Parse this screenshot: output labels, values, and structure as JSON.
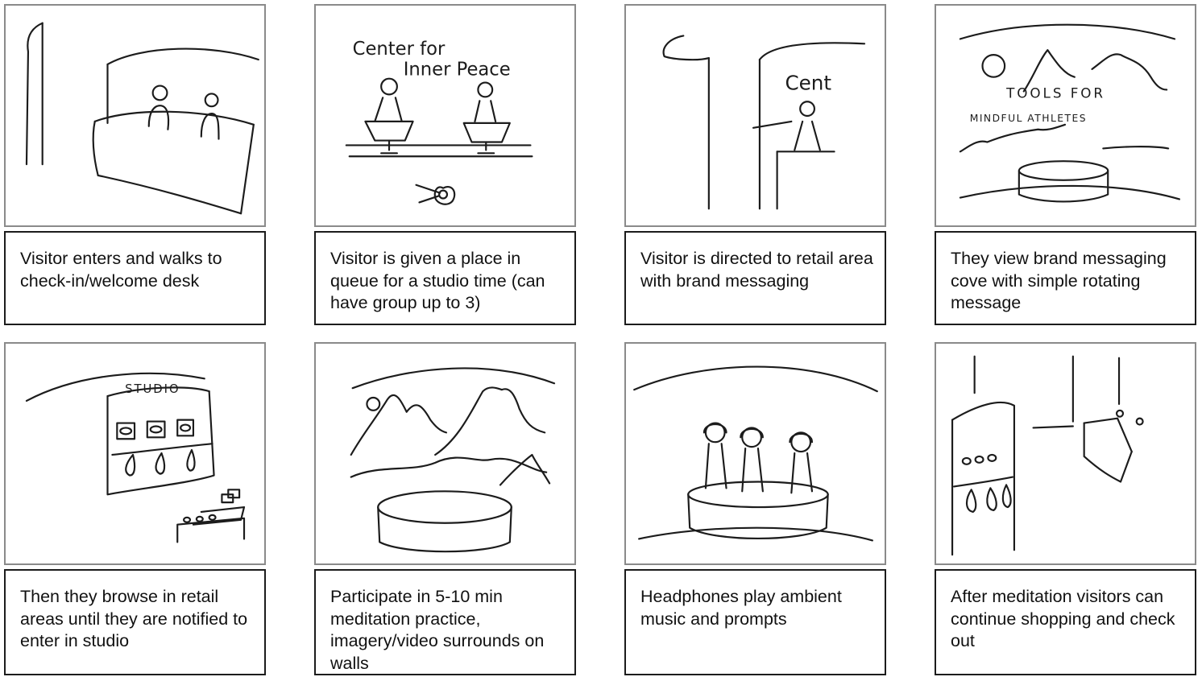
{
  "storyboard": {
    "panels": [
      {
        "caption": "Visitor enters and walks to check-in/welcome desk",
        "sketch_text": []
      },
      {
        "caption": "Visitor is given a place in queue for a studio time (can have group up to 3)",
        "sketch_text": [
          "Center for",
          "Inner Peace"
        ]
      },
      {
        "caption": "Visitor is directed to retail area with brand messaging",
        "sketch_text": [
          "Cent"
        ]
      },
      {
        "caption": "They view brand messaging cove with simple rotating message",
        "sketch_text": [
          "TOOLS FOR",
          "MINDFUL ATHLETES"
        ]
      },
      {
        "caption": "Then they browse in retail areas until they are notified to enter in studio",
        "sketch_text": [
          "STUDIO"
        ]
      },
      {
        "caption": "Participate in 5-10 min meditation practice, imagery/video surrounds on walls",
        "sketch_text": []
      },
      {
        "caption": "Headphones play ambient music and prompts",
        "sketch_text": []
      },
      {
        "caption": "After meditation visitors can continue shopping and check out",
        "sketch_text": []
      }
    ]
  }
}
